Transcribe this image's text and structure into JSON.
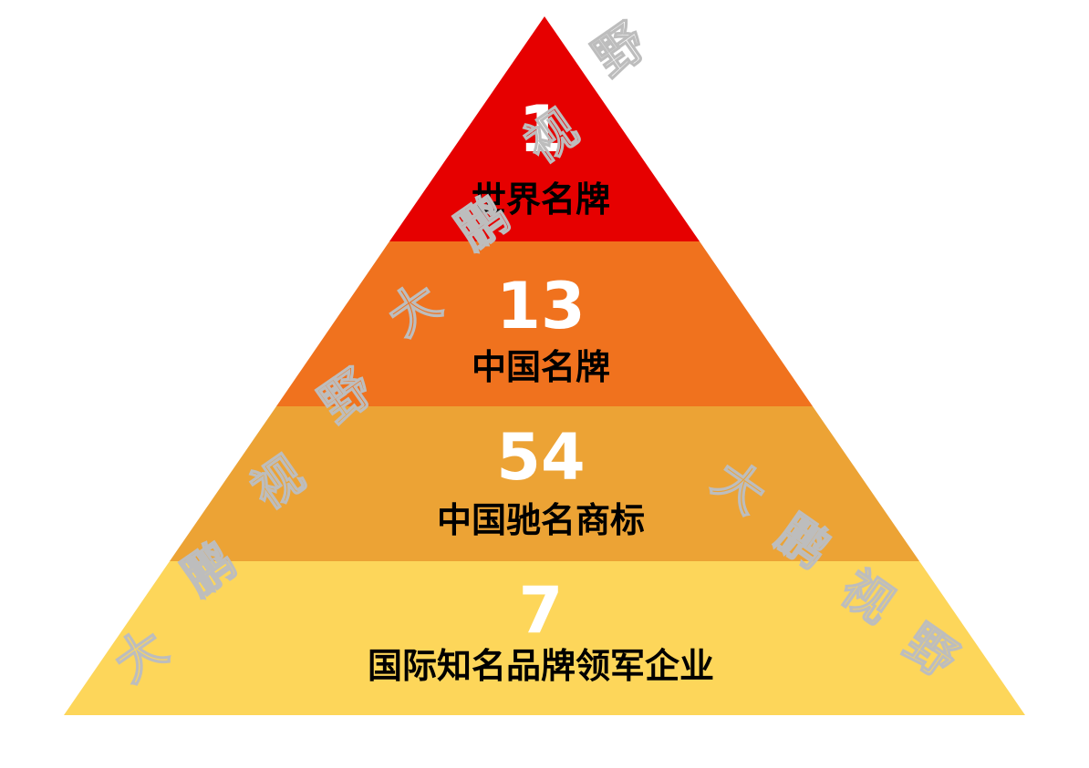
{
  "pyramid": {
    "levels": [
      {
        "value": "1",
        "label": "世界名牌",
        "color": "#e60000"
      },
      {
        "value": "13",
        "label": "中国名牌",
        "color": "#f0721e"
      },
      {
        "value": "54",
        "label": "中国驰名商标",
        "color": "#eca335"
      },
      {
        "value": "7",
        "label": "国际知名品牌领军企业",
        "color": "#fdd65a"
      }
    ]
  },
  "watermark": "大鹏视野"
}
